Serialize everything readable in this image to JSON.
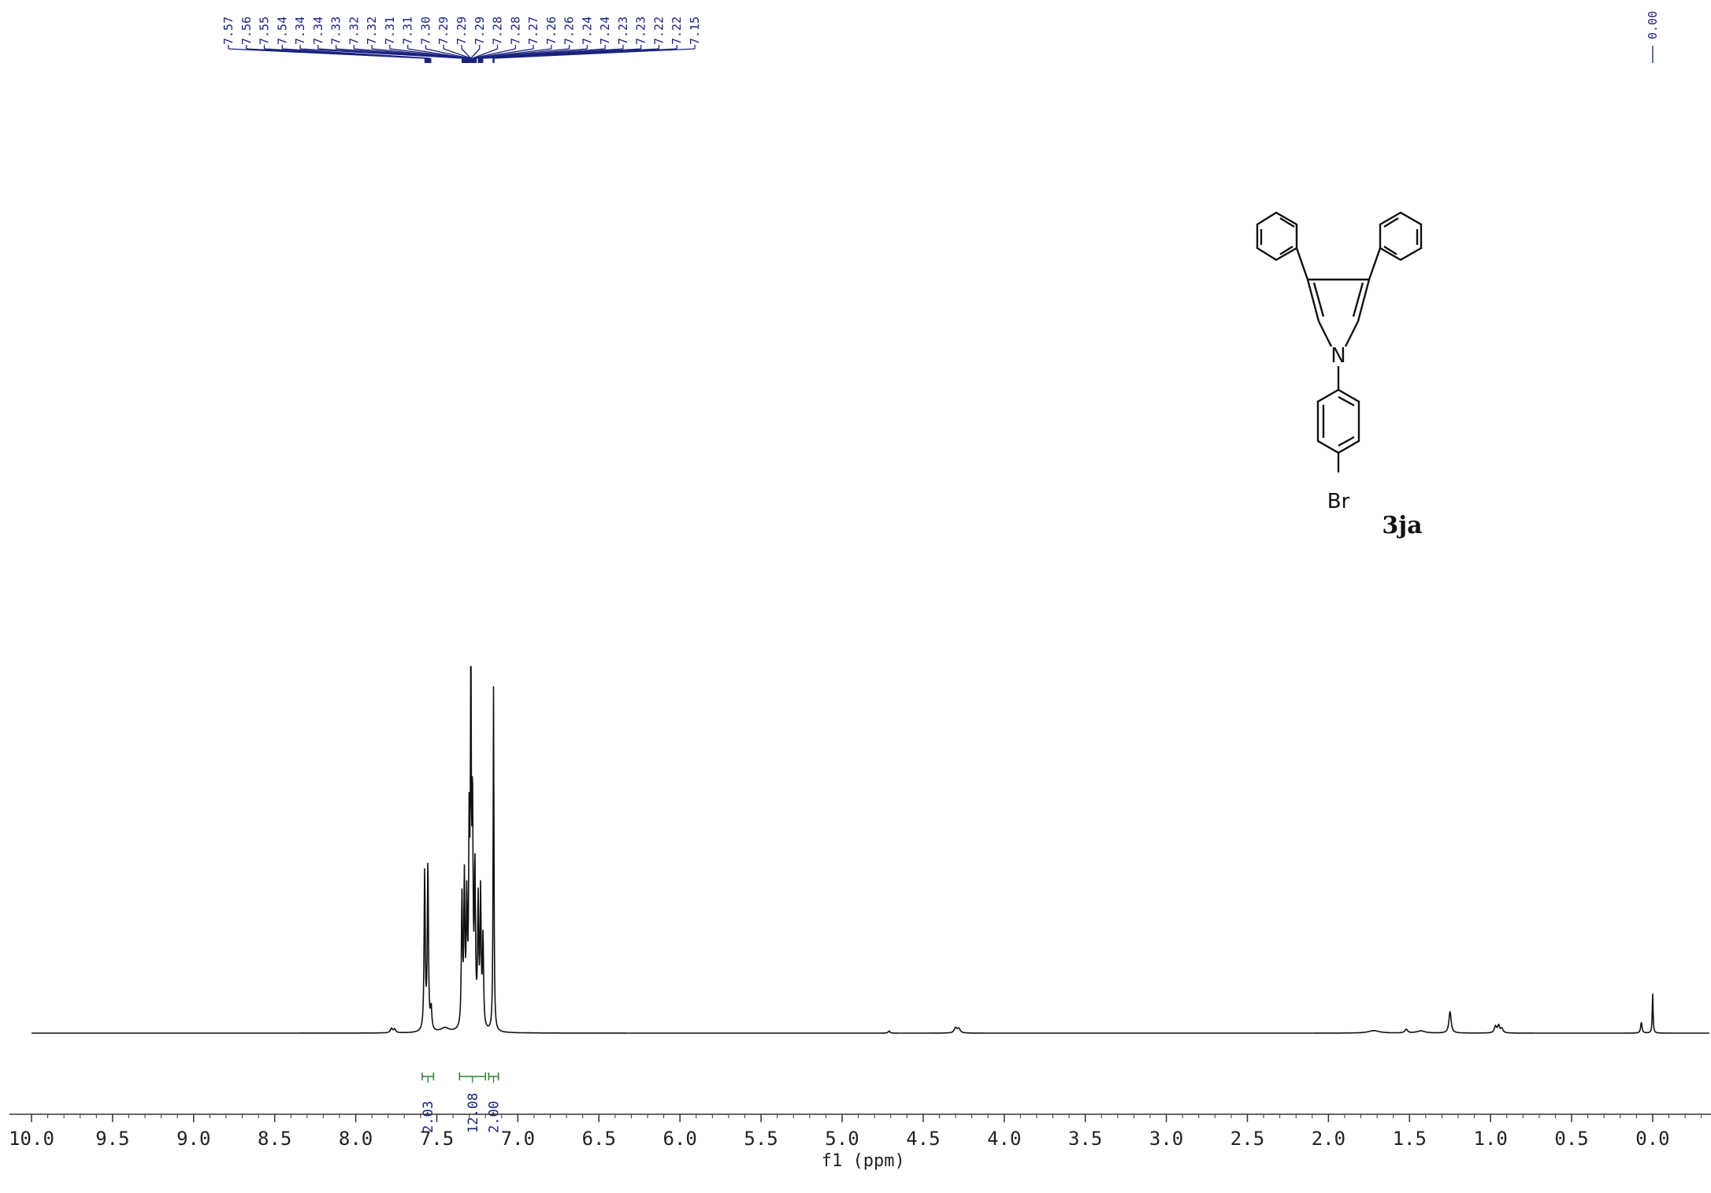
{
  "chart_data": {
    "type": "line",
    "title": "",
    "xlabel": "f1 (ppm)",
    "ylabel": "",
    "xlim": [
      10.0,
      -0.35
    ],
    "x_reversed": true,
    "grid": false,
    "ticks": [
      "10.0",
      "9.5",
      "9.0",
      "8.5",
      "8.0",
      "7.5",
      "7.0",
      "6.5",
      "6.0",
      "5.5",
      "5.0",
      "4.5",
      "4.0",
      "3.5",
      "3.0",
      "2.5",
      "2.0",
      "1.5",
      "1.0",
      "0.5",
      "0.0"
    ],
    "tick_values": [
      10.0,
      9.5,
      9.0,
      8.5,
      8.0,
      7.5,
      7.0,
      6.5,
      6.0,
      5.5,
      5.0,
      4.5,
      4.0,
      3.5,
      3.0,
      2.5,
      2.0,
      1.5,
      1.0,
      0.5,
      0.0
    ],
    "peak_labels_group": [
      "7.57",
      "7.56",
      "7.55",
      "7.54",
      "7.34",
      "7.34",
      "7.33",
      "7.32",
      "7.32",
      "7.31",
      "7.31",
      "7.30",
      "7.29",
      "7.29",
      "7.29",
      "7.28",
      "7.28",
      "7.27",
      "7.26",
      "7.26",
      "7.24",
      "7.24",
      "7.23",
      "7.23",
      "7.22",
      "7.22",
      "7.15"
    ],
    "peak_labels_group_values": [
      7.57,
      7.56,
      7.55,
      7.54,
      7.34,
      7.34,
      7.33,
      7.32,
      7.32,
      7.31,
      7.31,
      7.3,
      7.29,
      7.29,
      7.29,
      7.28,
      7.28,
      7.27,
      7.26,
      7.26,
      7.24,
      7.24,
      7.23,
      7.23,
      7.22,
      7.22,
      7.15
    ],
    "peak_label_single": {
      "label": "0.00",
      "ppm": 0.0
    },
    "peaks": [
      {
        "ppm": 7.78,
        "h": 0.012,
        "w": 0.008
      },
      {
        "ppm": 7.76,
        "h": 0.01,
        "w": 0.008
      },
      {
        "ppm": 7.575,
        "h": 0.44,
        "w": 0.004
      },
      {
        "ppm": 7.555,
        "h": 0.47,
        "w": 0.004
      },
      {
        "ppm": 7.535,
        "h": 0.06,
        "w": 0.005
      },
      {
        "ppm": 7.45,
        "h": 0.012,
        "w": 0.03
      },
      {
        "ppm": 7.345,
        "h": 0.36,
        "w": 0.004
      },
      {
        "ppm": 7.33,
        "h": 0.4,
        "w": 0.004
      },
      {
        "ppm": 7.315,
        "h": 0.33,
        "w": 0.004
      },
      {
        "ppm": 7.3,
        "h": 0.55,
        "w": 0.004
      },
      {
        "ppm": 7.29,
        "h": 1.0,
        "w": 0.003
      },
      {
        "ppm": 7.28,
        "h": 0.6,
        "w": 0.004
      },
      {
        "ppm": 7.265,
        "h": 0.43,
        "w": 0.004
      },
      {
        "ppm": 7.245,
        "h": 0.34,
        "w": 0.004
      },
      {
        "ppm": 7.23,
        "h": 0.37,
        "w": 0.004
      },
      {
        "ppm": 7.215,
        "h": 0.25,
        "w": 0.004
      },
      {
        "ppm": 7.15,
        "h": 0.96,
        "w": 0.003
      },
      {
        "ppm": 4.71,
        "h": 0.006,
        "w": 0.006
      },
      {
        "ppm": 4.3,
        "h": 0.014,
        "w": 0.01
      },
      {
        "ppm": 4.28,
        "h": 0.012,
        "w": 0.01
      },
      {
        "ppm": 1.72,
        "h": 0.007,
        "w": 0.04
      },
      {
        "ppm": 1.52,
        "h": 0.01,
        "w": 0.01
      },
      {
        "ppm": 1.43,
        "h": 0.006,
        "w": 0.03
      },
      {
        "ppm": 1.25,
        "h": 0.06,
        "w": 0.008
      },
      {
        "ppm": 0.97,
        "h": 0.018,
        "w": 0.008
      },
      {
        "ppm": 0.95,
        "h": 0.02,
        "w": 0.008
      },
      {
        "ppm": 0.93,
        "h": 0.012,
        "w": 0.008
      },
      {
        "ppm": 0.07,
        "h": 0.03,
        "w": 0.005
      },
      {
        "ppm": 0.0,
        "h": 0.11,
        "w": 0.003
      }
    ],
    "integrals": [
      {
        "label": "2.03",
        "from": 7.59,
        "to": 7.52
      },
      {
        "label": "12.08",
        "from": 7.36,
        "to": 7.2
      },
      {
        "label": "2.00",
        "from": 7.18,
        "to": 7.12
      }
    ],
    "compound": {
      "label": "3ja",
      "atoms": [
        "N",
        "Br"
      ]
    }
  }
}
